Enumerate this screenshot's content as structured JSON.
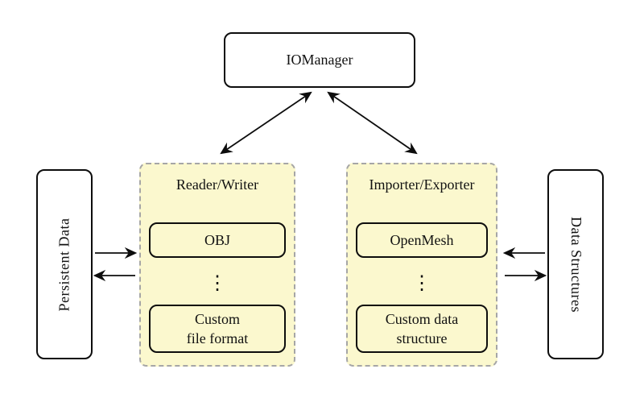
{
  "colors": {
    "group_fill": "#fbf8ce",
    "group_border": "#a6a6a6",
    "box_border": "#0d0d0d",
    "box_fill": "#ffffff",
    "background": "#ffffff"
  },
  "manager": {
    "label": "IOManager"
  },
  "sides": {
    "persistent_data": {
      "label": "Persistent Data"
    },
    "data_structures": {
      "label": "Data Structures"
    }
  },
  "groups": {
    "reader_writer": {
      "label": "Reader/Writer",
      "items": [
        {
          "lines": [
            "OBJ"
          ]
        },
        {
          "dots": "⋮"
        },
        {
          "lines": [
            "Custom",
            "file format"
          ]
        }
      ]
    },
    "importer_exporter": {
      "label": "Importer/Exporter",
      "items": [
        {
          "lines": [
            "OpenMesh"
          ]
        },
        {
          "dots": "⋮"
        },
        {
          "lines": [
            "Custom data",
            "structure"
          ]
        }
      ]
    }
  }
}
